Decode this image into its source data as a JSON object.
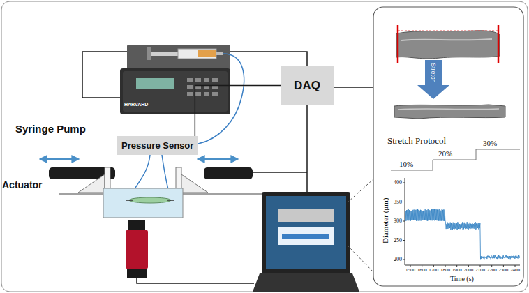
{
  "diagram": {
    "nodes": [
      {
        "text": [
          "Pressure Sensor"
        ]
      },
      {
        "text": [
          "DAQ"
        ]
      }
    ],
    "edges": [
      {
        "from": 0,
        "to": 1,
        "arrow": "none"
      }
    ],
    "labels": [
      "Syringe Pump",
      "HARVARD",
      "Actuator",
      "Stretch",
      "Stretch Protocol",
      "10%",
      "20%",
      "30%",
      "Diameter (μm)",
      "400",
      "350",
      "300",
      "250",
      "200",
      "1500",
      "1600",
      "1700",
      "1800",
      "1900",
      "2000",
      "2100",
      "2200",
      "2300",
      "2400",
      "Time (s)"
    ]
  }
}
